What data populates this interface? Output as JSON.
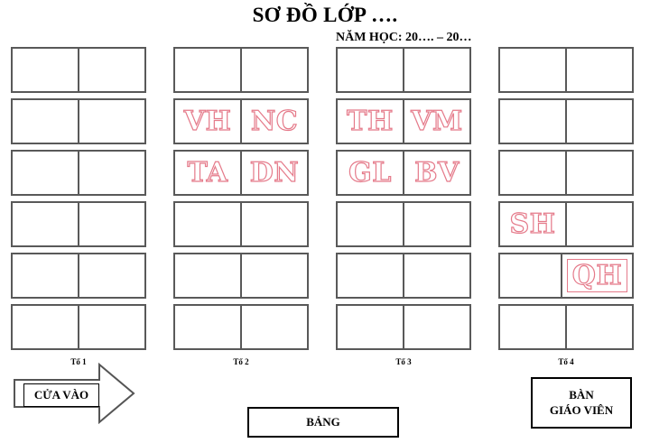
{
  "title": "SƠ ĐỒ LỚP ….",
  "subtitle": "NĂM HỌC: 20…. – 20…",
  "colors": {
    "initials": "#e57a8a",
    "desk_border": "#595959"
  },
  "groups": [
    {
      "label": "Tổ 1",
      "desks": [
        [
          "",
          ""
        ],
        [
          "",
          ""
        ],
        [
          "",
          ""
        ],
        [
          "",
          ""
        ],
        [
          "",
          ""
        ],
        [
          "",
          ""
        ]
      ]
    },
    {
      "label": "Tổ 2",
      "desks": [
        [
          "",
          ""
        ],
        [
          "VH",
          "NC"
        ],
        [
          "TA",
          "DN"
        ],
        [
          "",
          ""
        ],
        [
          "",
          ""
        ],
        [
          "",
          ""
        ]
      ]
    },
    {
      "label": "Tổ 3",
      "desks": [
        [
          "",
          ""
        ],
        [
          "TH",
          "VM"
        ],
        [
          "GL",
          "BV"
        ],
        [
          "",
          ""
        ],
        [
          "",
          ""
        ],
        [
          "",
          ""
        ]
      ]
    },
    {
      "label": "Tổ 4",
      "desks": [
        [
          "",
          ""
        ],
        [
          "",
          ""
        ],
        [
          "",
          ""
        ],
        [
          "SH",
          ""
        ],
        [
          "",
          "QH"
        ],
        [
          "",
          ""
        ]
      ]
    }
  ],
  "door": {
    "label": "CỬA VÀO",
    "icon": "arrow-right-icon"
  },
  "board": {
    "label": "BẢNG"
  },
  "teacher_desk": {
    "line1": "BÀN",
    "line2": "GIÁO VIÊN"
  }
}
